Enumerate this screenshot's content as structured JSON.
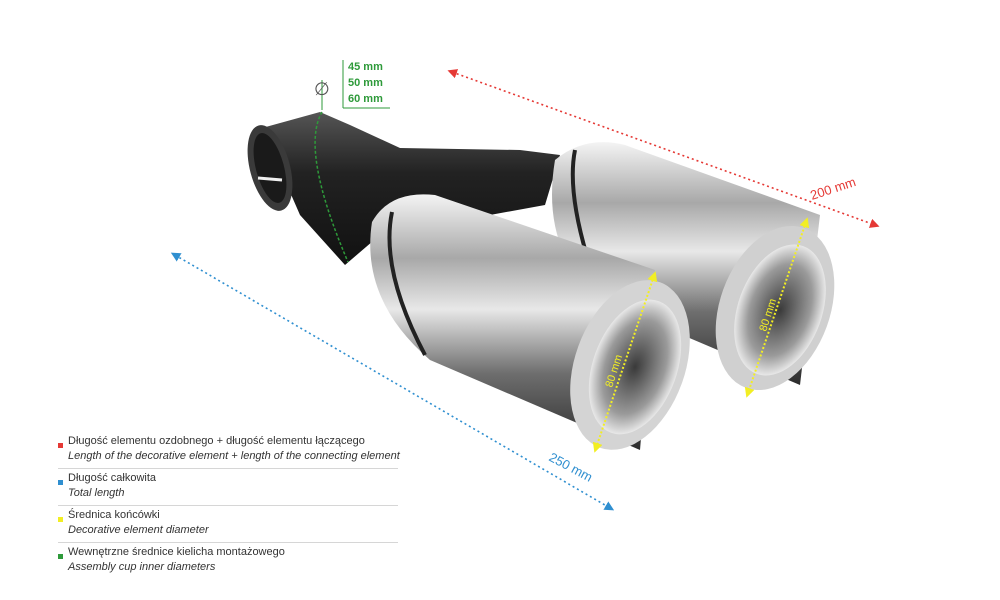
{
  "colors": {
    "red": "#e53935",
    "blue": "#2f8fd0",
    "yellow": "#f2ee23",
    "green": "#2e9a3a"
  },
  "dimensions": {
    "diameters": [
      "45 mm",
      "50 mm",
      "60 mm"
    ],
    "diameter_symbol": "∅",
    "length_decorative": "200 mm",
    "length_total": "250 mm",
    "tip_diameter_front": "80 mm",
    "tip_diameter_back": "80 mm"
  },
  "legend": [
    {
      "color": "#e53935",
      "pl": "Długość elementu ozdobnego  + długość elementu łączącego",
      "en": "Length of the decorative element + length of the connecting element"
    },
    {
      "color": "#2f8fd0",
      "pl": "Długość całkowita",
      "en": "Total length"
    },
    {
      "color": "#f2ee23",
      "pl": "Średnica końcówki",
      "en": "Decorative element diameter"
    },
    {
      "color": "#2e9a3a",
      "pl": "Wewnętrzne średnice kielicha montażowego",
      "en": "Assembly cup inner diameters"
    }
  ],
  "icons": [
    "exhaust-tip-product",
    "diameter-icon"
  ]
}
